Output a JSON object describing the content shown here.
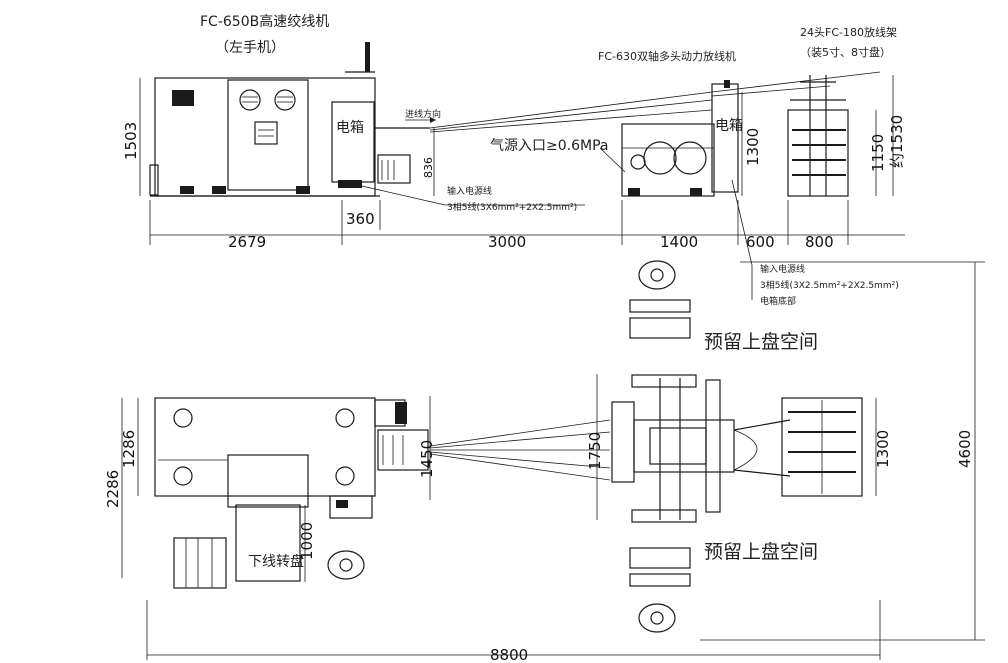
{
  "labels": {
    "twister_title": "FC-650B高速绞线机",
    "twister_sub": "（左手机）",
    "payoff_title": "FC-630双轴多头动力放线机",
    "rack_title": "24头FC-180放线架",
    "rack_sub": "（装5寸、8寸盘）",
    "cabinet_1": "电箱",
    "cabinet_2": "电箱",
    "feed_dir": "进线方向",
    "air_source": "气源入口≥0.6MPa",
    "power_in_1": "输入电源线",
    "power_in_1_spec": "3相5线(3X6mm²+2X2.5mm²)",
    "power_in_2": "输入电源线",
    "power_in_2_spec": "3相5线(3X2.5mm²+2X2.5mm²)",
    "cabinet_bottom": "电箱底部",
    "reserve_top": "预留上盘空间",
    "reserve_bottom": "预留上盘空间",
    "takeup_label": "下线转盘"
  },
  "dimensions": {
    "d1503": "1503",
    "d836": "836",
    "d360": "360",
    "d2679": "2679",
    "d3000": "3000",
    "d1400": "1400",
    "d600": "600",
    "d800": "800",
    "d1300_top": "1300",
    "d1150": "1150",
    "d1530": "约1530",
    "d4600": "4600",
    "d1286": "1286",
    "d2286": "2286",
    "d1450": "1450",
    "d1750": "1750",
    "d1300_plan": "1300",
    "d1000": "1000",
    "d8800": "8800"
  }
}
